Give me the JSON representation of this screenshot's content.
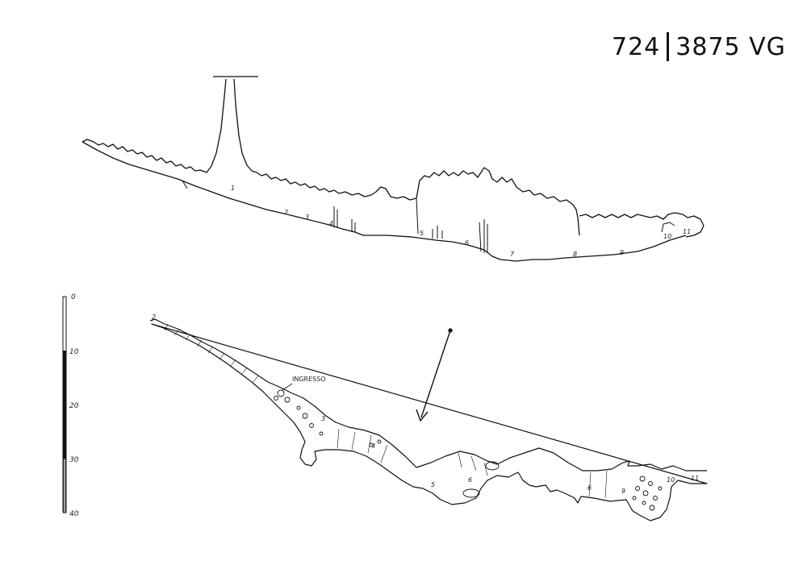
{
  "header": {
    "number": "724",
    "code": "3875 VG"
  },
  "plan": {
    "entrance_label": "INGRESSO"
  },
  "scale_bar": {
    "ticks": [
      "0",
      "10",
      "20",
      "30",
      "40"
    ]
  },
  "profile_points": [
    "1",
    "2",
    "3",
    "4",
    "5",
    "6",
    "7",
    "8",
    "9",
    "10",
    "11"
  ],
  "plan_points": [
    "2",
    "3",
    "4",
    "5",
    "6",
    "6",
    "9",
    "10",
    "11"
  ],
  "colors": {
    "ink": "#111111",
    "paper": "#ffffff"
  }
}
